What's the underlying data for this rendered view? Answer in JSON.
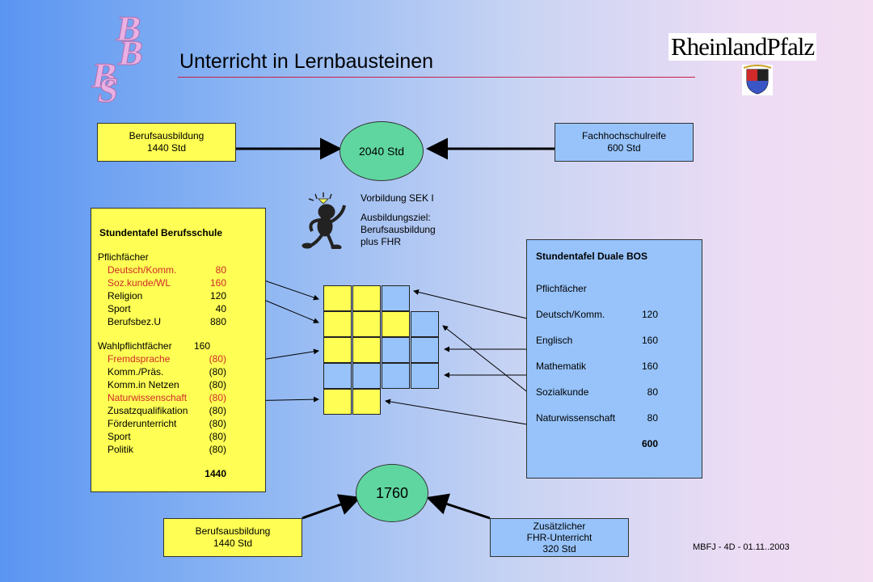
{
  "header": {
    "logo_letters": [
      "B",
      "B",
      "B",
      "S"
    ],
    "title": "Unterricht in Lernbausteinen",
    "state_logo": "RheinlandPfalz"
  },
  "top": {
    "left_box": {
      "line1": "Berufsausbildung",
      "line2": "1440 Std"
    },
    "right_box": {
      "line1": "Fachhochschulreife",
      "line2": "600 Std"
    },
    "total": "2040 Std"
  },
  "figure_note": {
    "line1": "Vorbildung SEK I",
    "line2": "Ausbildungsziel:",
    "line3": "Berufsausbildung",
    "line4": "plus FHR"
  },
  "berufsschule": {
    "heading": "Stundentafel Berufsschule",
    "pflicht_label": "Pflichfächer",
    "pflicht": [
      {
        "name": "Deutsch/Komm.",
        "value": "80",
        "highlight": true
      },
      {
        "name": "Soz.kunde/WL",
        "value": "160",
        "highlight": true
      },
      {
        "name": "Religion",
        "value": "120",
        "highlight": false
      },
      {
        "name": "Sport",
        "value": "40",
        "highlight": false
      },
      {
        "name": "Berufsbez.U",
        "value": "880",
        "highlight": false
      }
    ],
    "wahl_label": "Wahlpflichtfächer",
    "wahl_value": "160",
    "wahl": [
      {
        "name": "Fremdsprache",
        "value": "(80)",
        "highlight": true
      },
      {
        "name": "Komm./Präs.",
        "value": "(80)",
        "highlight": false
      },
      {
        "name": "Komm.in Netzen",
        "value": "(80)",
        "highlight": false
      },
      {
        "name": "Naturwissenschaft",
        "value": "(80)",
        "highlight": true
      },
      {
        "name": "Zusatzqualifikation",
        "value": "(80)",
        "highlight": false
      },
      {
        "name": "Förderunterricht",
        "value": "(80)",
        "highlight": false
      },
      {
        "name": "Sport",
        "value": "(80)",
        "highlight": false
      },
      {
        "name": "Politik",
        "value": "(80)",
        "highlight": false
      }
    ],
    "total": "1440"
  },
  "bos": {
    "heading": "Stundentafel Duale BOS",
    "pflicht_label": "Pflichfächer",
    "rows": [
      {
        "name": "Deutsch/Komm.",
        "value": "120"
      },
      {
        "name": "Englisch",
        "value": "160"
      },
      {
        "name": "Mathematik",
        "value": "160"
      },
      {
        "name": "Sozialkunde",
        "value": "80"
      },
      {
        "name": "Naturwissenschaft",
        "value": "80"
      }
    ],
    "total": "600"
  },
  "grid": {
    "rows": [
      [
        "yellow",
        "yellow",
        "blue"
      ],
      [
        "yellow",
        "yellow",
        "yellow",
        "blue"
      ],
      [
        "yellow",
        "yellow",
        "blue",
        "blue"
      ],
      [
        "blue",
        "blue",
        "blue",
        "blue"
      ],
      [
        "yellow",
        "yellow"
      ]
    ]
  },
  "bottom": {
    "total": "1760",
    "left_box": {
      "line1": "Berufsausbildung",
      "line2": "1440 Std"
    },
    "right_box": {
      "line1": "Zusätzlicher",
      "line2": "FHR-Unterricht",
      "line3": "320 Std"
    }
  },
  "footer": "MBFJ - 4D - 01.11..2003",
  "colors": {
    "yellow": "#fefe54",
    "blue": "#97c3fa",
    "ellipse": "#5fd6a0",
    "highlight_text": "#d02a2a",
    "bbbs_logo": "#e9b0e4"
  }
}
